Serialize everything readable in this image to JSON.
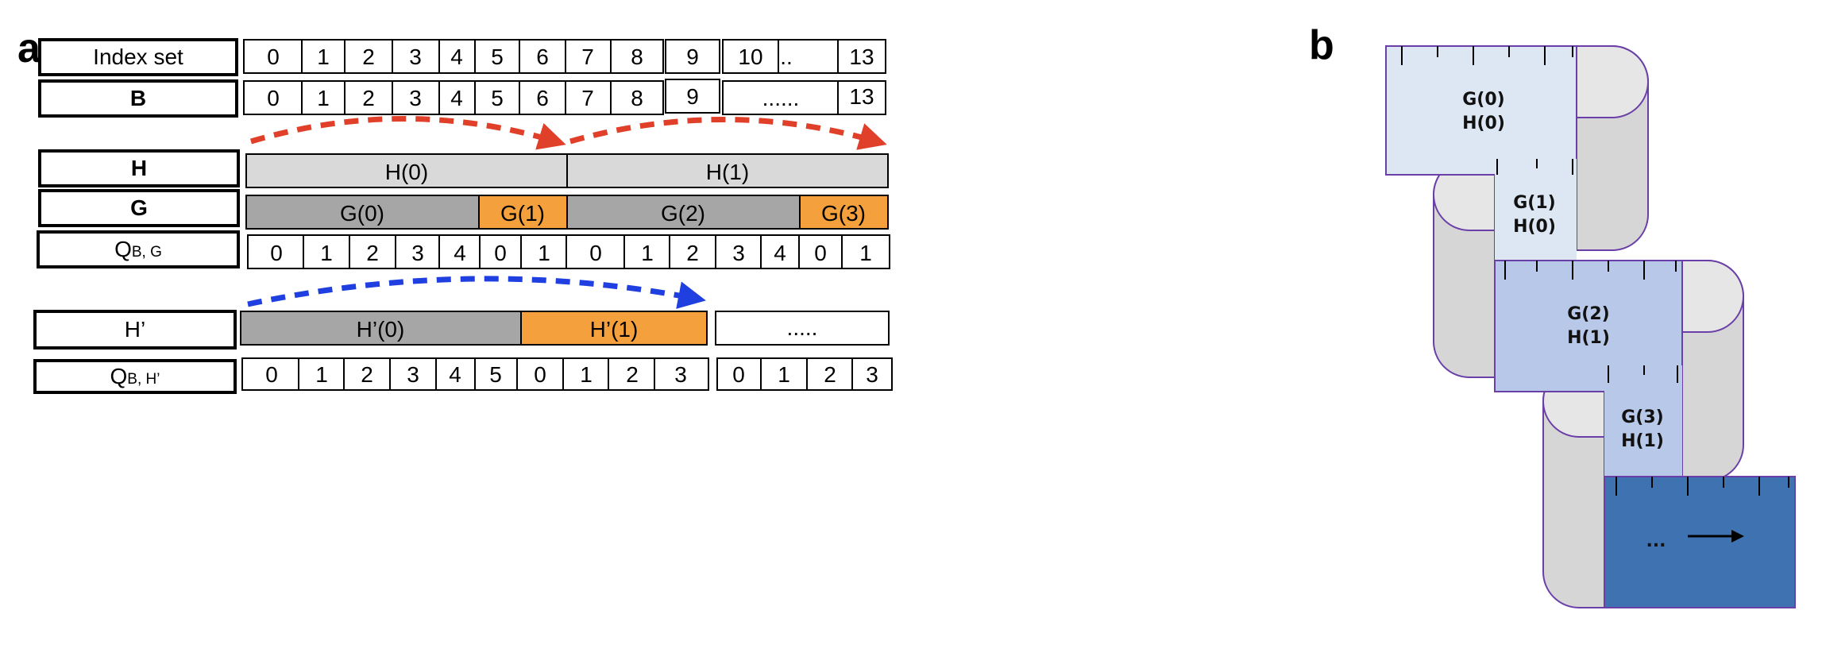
{
  "panel_labels": {
    "a": "a",
    "b": "b"
  },
  "colors": {
    "gray_light": "#d9d9d9",
    "gray_dark": "#a6a6a6",
    "orange": "#f4a03c",
    "red_arrow": "#e0402a",
    "blue_arrow": "#1f3fe0",
    "b_light": "#dde7f4",
    "b_mid": "#b8c8e8",
    "b_dark": "#3f72b0",
    "b_tube": "#e6e6e6",
    "b_tube_side": "#d0d0d0",
    "b_outline": "#6a3fa8"
  },
  "rows": [
    {
      "label": "Index set",
      "bold": false,
      "cells": [
        "0",
        "1",
        "2",
        "3",
        "4",
        "5",
        "6",
        "7",
        "8",
        "9",
        "10",
        "..",
        "13"
      ]
    },
    {
      "label": "B",
      "bold": true,
      "cells": [
        "0",
        "1",
        "2",
        "3",
        "4",
        "5",
        "6",
        "7",
        "8",
        "9",
        "......",
        "13"
      ]
    },
    {
      "label": "H",
      "bold": true,
      "blocks": [
        "H(0)",
        "H(1)"
      ]
    },
    {
      "label": "G",
      "bold": true,
      "blocks": [
        "G(0)",
        "G(1)",
        "G(2)",
        "G(3)"
      ]
    },
    {
      "label_main": "Q",
      "label_sub": "B, G",
      "cells": [
        "0",
        "1",
        "2",
        "3",
        "4",
        "0",
        "1",
        "0",
        "1",
        "2",
        "3",
        "4",
        "0",
        "1"
      ]
    },
    {
      "label": "H’",
      "bold": false,
      "blocks": [
        "H’(0)",
        "H’(1)",
        "....."
      ]
    },
    {
      "label_main": "Q",
      "label_sub": "B, H’",
      "cells": [
        "0",
        "1",
        "2",
        "3",
        "4",
        "5",
        "0",
        "1",
        "2",
        "3",
        "0",
        "1",
        "2",
        "3"
      ]
    }
  ],
  "panel_b": {
    "boxes": [
      {
        "line1": "G(0)",
        "line2": "H(0)"
      },
      {
        "line1": "G(1)",
        "line2": "H(0)"
      },
      {
        "line1": "G(2)",
        "line2": "H(1)"
      },
      {
        "line1": "G(3)",
        "line2": "H(1)"
      },
      {
        "line1": "...",
        "line2": ""
      }
    ]
  }
}
